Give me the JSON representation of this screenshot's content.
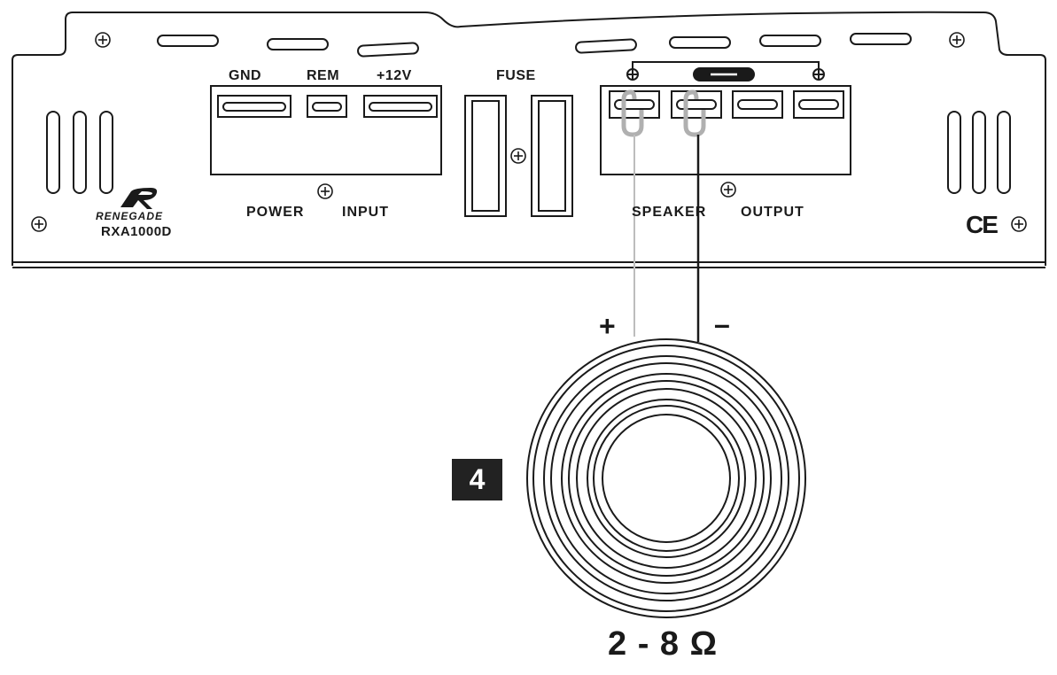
{
  "amplifier": {
    "brand": "RENEGADE",
    "model": "RXA1000D",
    "power_input": {
      "terminals": [
        "GND",
        "REM",
        "+12V"
      ],
      "section_label_left": "POWER",
      "section_label_right": "INPUT"
    },
    "fuse_label": "FUSE",
    "speaker_output": {
      "section_label_left": "SPEAKER",
      "section_label_right": "OUTPUT",
      "bridge_positive_symbol": "+",
      "bridge_negative_symbol": "–"
    },
    "ce_mark": "CE"
  },
  "speaker": {
    "positive_symbol": "+",
    "negative_symbol": "–",
    "impedance": "2 - 8 Ω"
  },
  "step_number": "4",
  "colors": {
    "line": "#1a1a1a",
    "positive_wire": "#bdbdbd",
    "negative_wire": "#1a1a1a",
    "badge_bg": "#222222",
    "badge_text": "#ffffff"
  },
  "icons": [
    "screw-icon",
    "renegade-logo-icon",
    "ce-mark"
  ]
}
